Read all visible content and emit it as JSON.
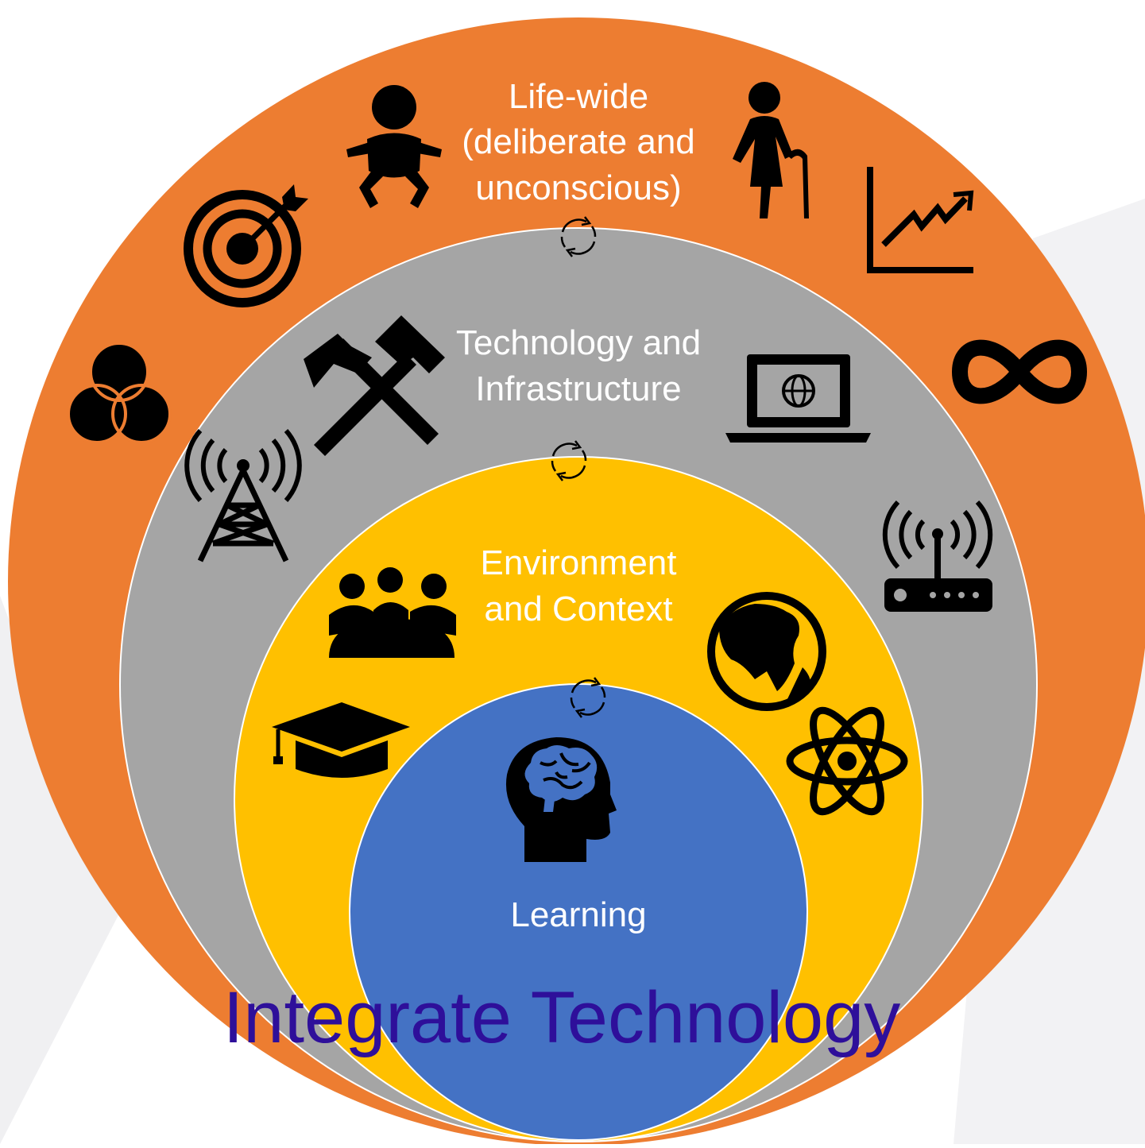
{
  "diagram": {
    "title": "Integrate Technology",
    "layers": [
      {
        "name": "life-wide",
        "lines": [
          "Life-wide",
          "(deliberate and",
          "unconscious)"
        ],
        "color": "#ed7d31"
      },
      {
        "name": "technology",
        "lines": [
          "Technology and",
          "Infrastructure"
        ],
        "color": "#a5a5a5"
      },
      {
        "name": "environment",
        "lines": [
          "Environment",
          "and Context"
        ],
        "color": "#ffc000"
      },
      {
        "name": "learning",
        "lines": [
          "Learning"
        ],
        "color": "#4472c4"
      }
    ],
    "title_color": "#2e0f9a",
    "icons": {
      "life_wide": [
        "baby-icon",
        "elderly-person-icon",
        "growth-chart-icon",
        "target-icon",
        "venn-diagram-icon",
        "infinity-icon"
      ],
      "technology": [
        "hammer-pick-icon",
        "laptop-globe-icon",
        "radio-tower-icon",
        "wifi-router-icon"
      ],
      "environment": [
        "meeting-group-icon",
        "graduation-cap-icon",
        "globe-icon",
        "atom-icon"
      ],
      "learning": [
        "brain-head-icon"
      ],
      "connectors": [
        "cycle-arrows-icon"
      ]
    }
  }
}
